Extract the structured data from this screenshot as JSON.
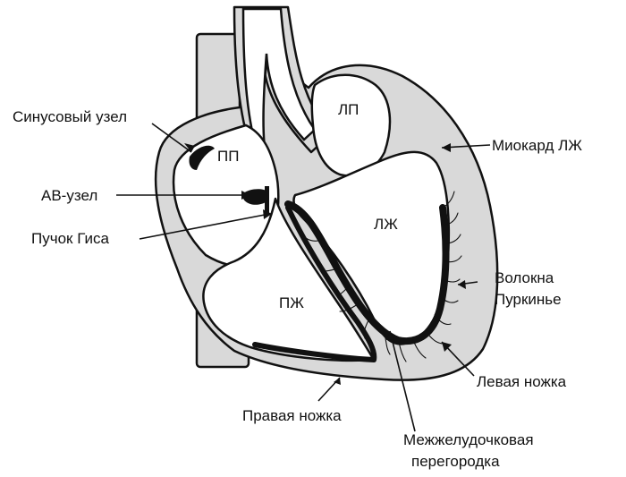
{
  "chambers": {
    "ra": "ПП",
    "la": "ЛП",
    "lv": "ЛЖ",
    "rv": "ПЖ"
  },
  "labels": {
    "sinus_node": "Синусовый узел",
    "av_node": "АВ-узел",
    "his_bundle": "Пучок Гиса",
    "lv_myocardium": "Миокард ЛЖ",
    "purkinje_line1": "Волокна",
    "purkinje_line2": "Пуркинье",
    "left_branch": "Левая ножка",
    "right_branch": "Правая ножка",
    "septum_line1": "Межжелудочковая",
    "septum_line2": "перегородка"
  },
  "colors": {
    "outline": "#111111",
    "wall_fill": "#d9d9d9",
    "cavity_fill": "#ffffff"
  }
}
